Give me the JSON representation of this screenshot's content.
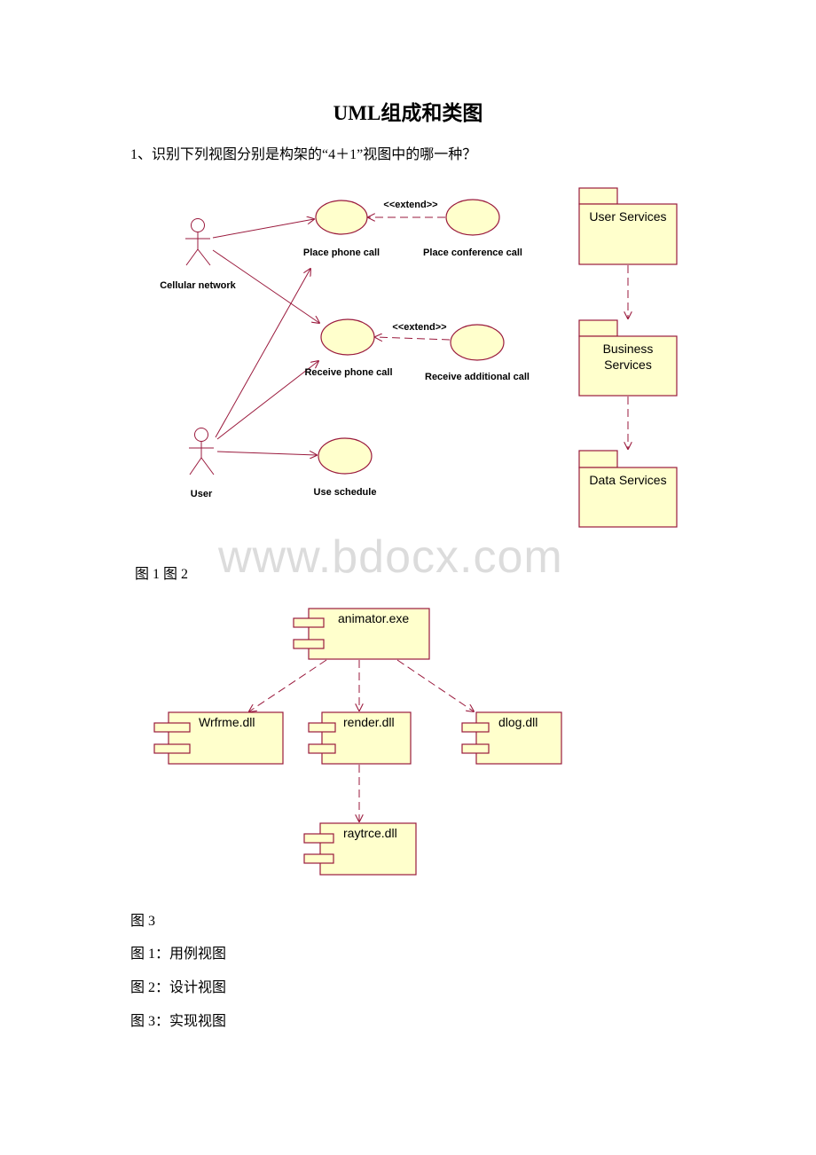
{
  "title": "UML组成和类图",
  "question": "1、识别下列视图分别是构架的“4＋1”视图中的哪一种？",
  "watermark": "www.bdocx.com",
  "fig1": {
    "actors": [
      "Cellular network",
      "User"
    ],
    "use_cases": [
      "Place phone call",
      "Place conference call",
      "Receive phone call",
      "Receive additional call",
      "Use schedule"
    ],
    "stereotype": "<<extend>>"
  },
  "fig2": {
    "packages": [
      "User Services",
      "Business",
      "Services",
      "Data Services"
    ]
  },
  "caption_12": "图 1 图 2",
  "fig3": {
    "components": [
      "animator.exe",
      "Wrfrme.dll",
      "render.dll",
      "dlog.dll",
      "raytrce.dll"
    ]
  },
  "caption_3": "图 3",
  "answers": [
    "图 1：用例视图",
    "图 2：设计视图",
    "图 3：实现视图"
  ]
}
